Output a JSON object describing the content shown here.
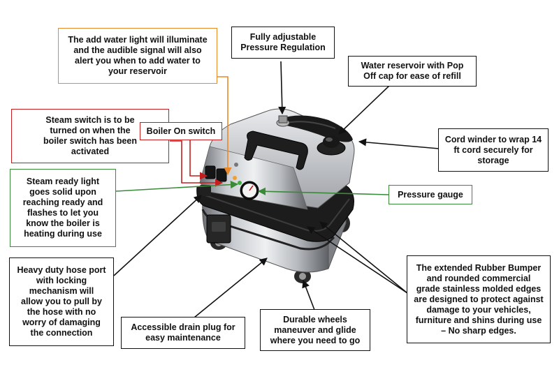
{
  "callouts": {
    "add_water_light": "The add water light will illuminate\nand the audible signal will also\nalert you when to add water to\nyour reservoir",
    "pressure_regulation": "Fully adjustable\nPressure Regulation",
    "water_reservoir": "Water reservoir with Pop\nOff cap for ease of refill",
    "steam_switch": "Steam switch is to be\nturned on when the\nboiler switch has been\nactivated",
    "boiler_on_switch": "Boiler On switch",
    "cord_winder": "Cord winder to wrap 14\nft cord securely for\nstorage",
    "steam_ready_light": "Steam ready light\ngoes solid upon\nreaching ready and\nflashes to let you\nknow the boiler is\nheating during use",
    "pressure_gauge": "Pressure gauge",
    "hose_port": "Heavy duty hose port\nwith locking\nmechanism will\nallow you to pull by\nthe hose with no\nworry of damaging\nthe connection",
    "rubber_bumper": "The extended Rubber Bumper\nand rounded commercial\ngrade stainless molded edges\nare designed to protect against\ndamage to your vehicles,\nfurniture and shins during use\n– No sharp edges.",
    "durable_wheels": "Durable wheels\nmaneuver and glide\nwhere you need to go",
    "drain_plug": "Accessible drain plug for\neasy maintenance"
  },
  "colors": {
    "orange": "#e8892b",
    "red": "#c41e1e",
    "green": "#3a8a3a",
    "black": "#111111"
  }
}
